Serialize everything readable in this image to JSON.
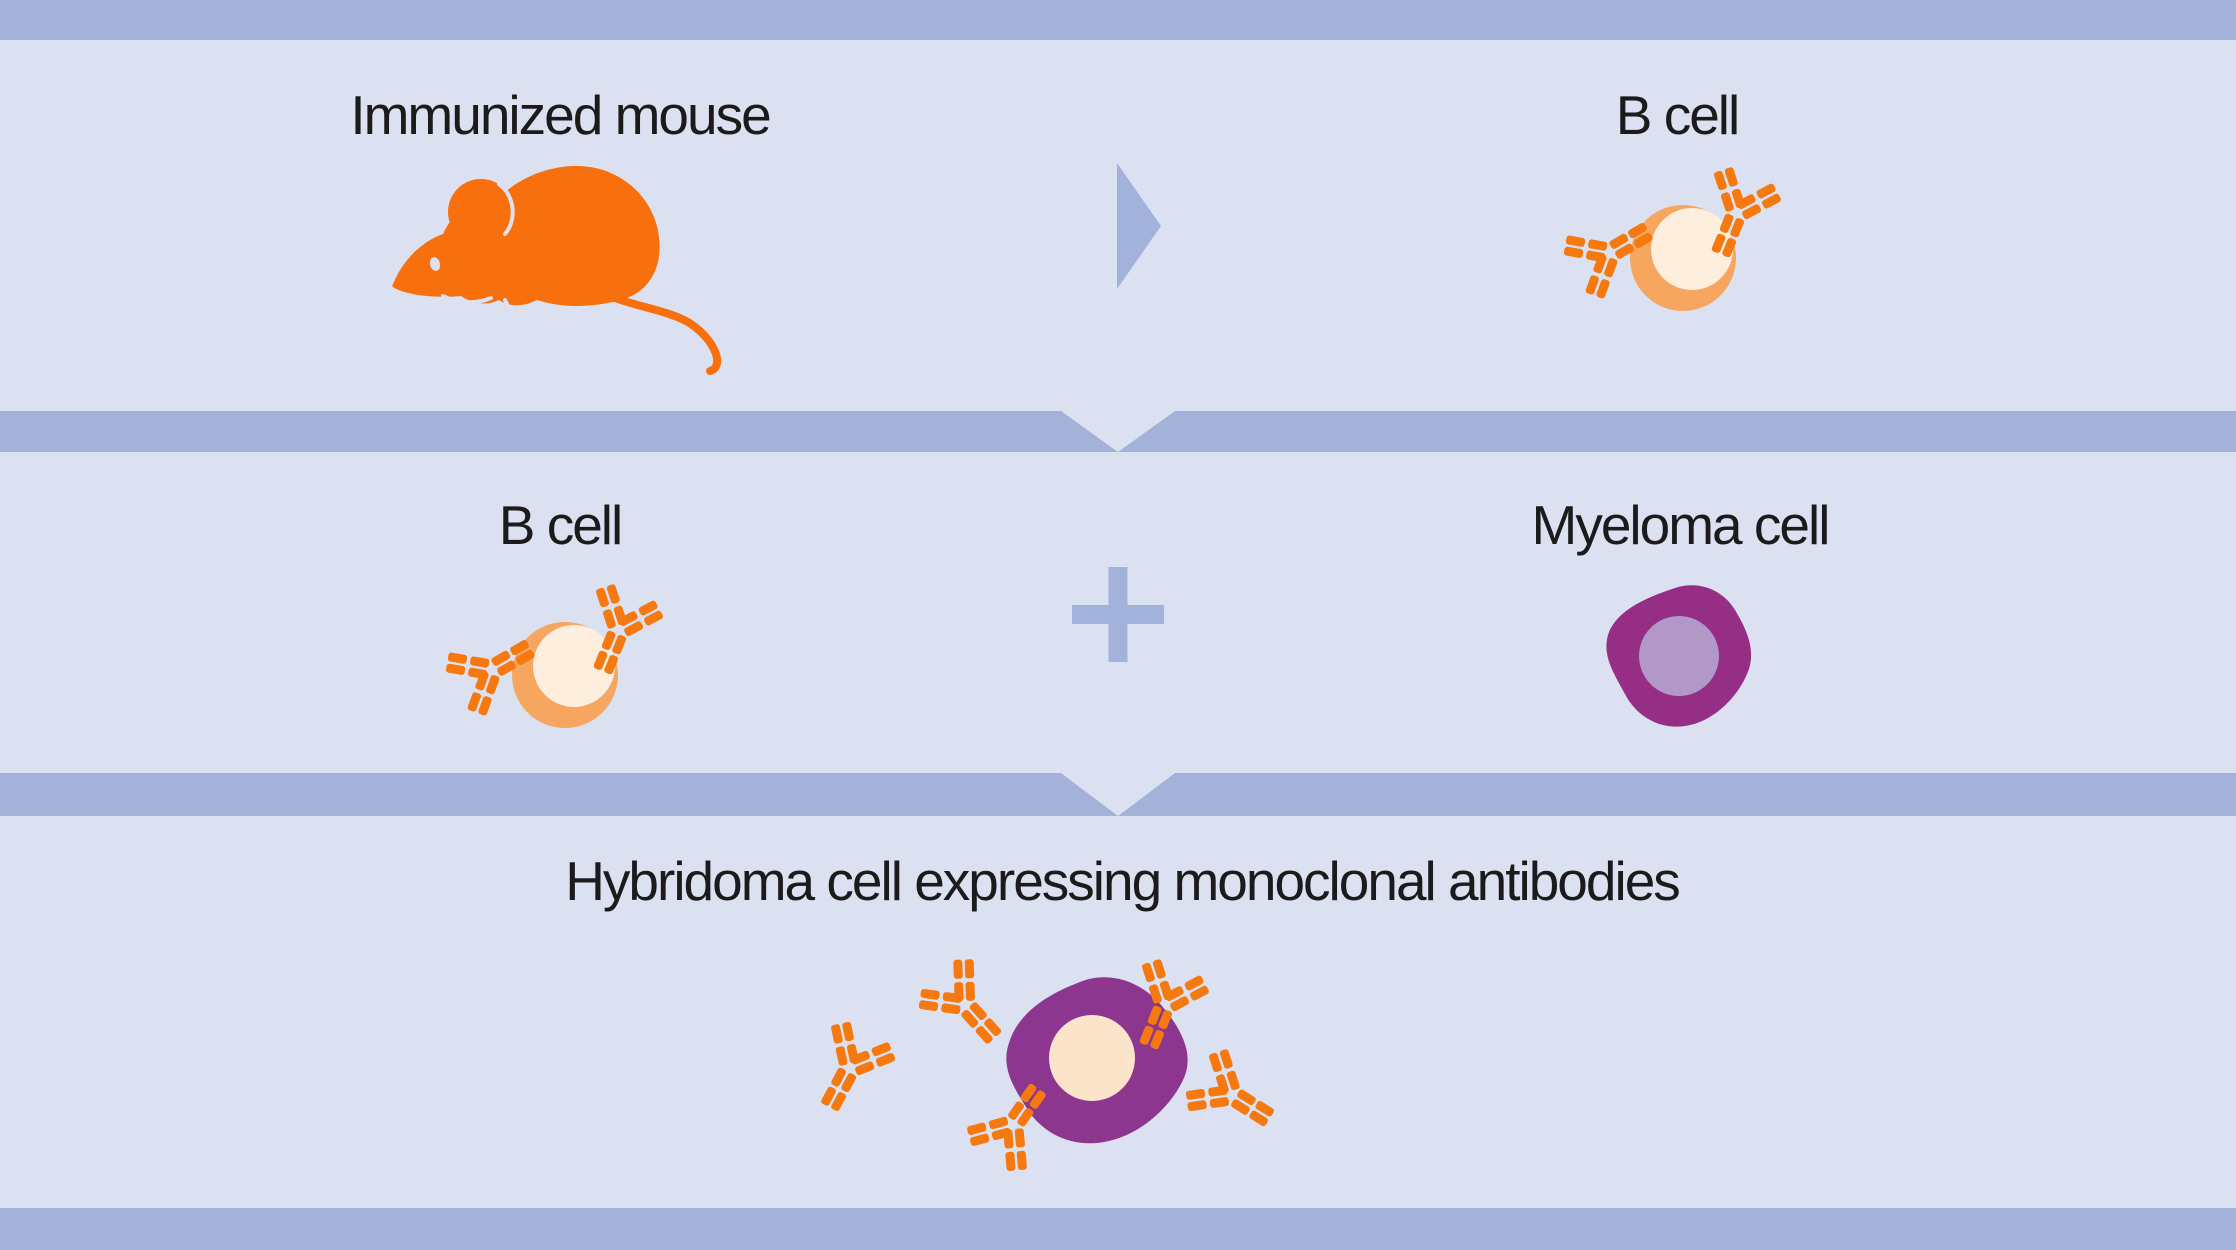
{
  "diagram": {
    "row1": {
      "left_label": "Immunized mouse",
      "right_label": "B cell"
    },
    "row2": {
      "left_label": "B cell",
      "right_label": "Myeloma cell"
    },
    "row3": {
      "caption": "Hybridoma cell expressing monoclonal antibodies"
    }
  },
  "icons": {
    "mouse": "orange mouse silhouette",
    "b_cell": "orange cell with two bound Y-shaped antibodies",
    "myeloma_cell": "purple blob cell with lavender nucleus",
    "hybridoma_cell": "purple blob cell with cream nucleus, bound and free antibodies",
    "antibody": "segmented orange Y-shaped immunoglobulin",
    "arrow_right": "right-pointing triangle",
    "plus": "plus sign",
    "chevron_down": "downward notch arrow in separator band"
  },
  "colors": {
    "band": "#a4b2d9",
    "panel": "#dce1f1",
    "accent": "#a2b2da",
    "text": "#1b1b1b",
    "mouse-orange": "#f86f0d",
    "antibody-orange": "#f5790f",
    "cell-ring": "#f6a65f",
    "cell-inner": "#fdeedd",
    "myeloma-purple": "#962e85",
    "nucleus-lavender": "#b198c7",
    "hybridoma-purple": "#8c3690",
    "hybridoma-inner": "#fce4ca"
  }
}
